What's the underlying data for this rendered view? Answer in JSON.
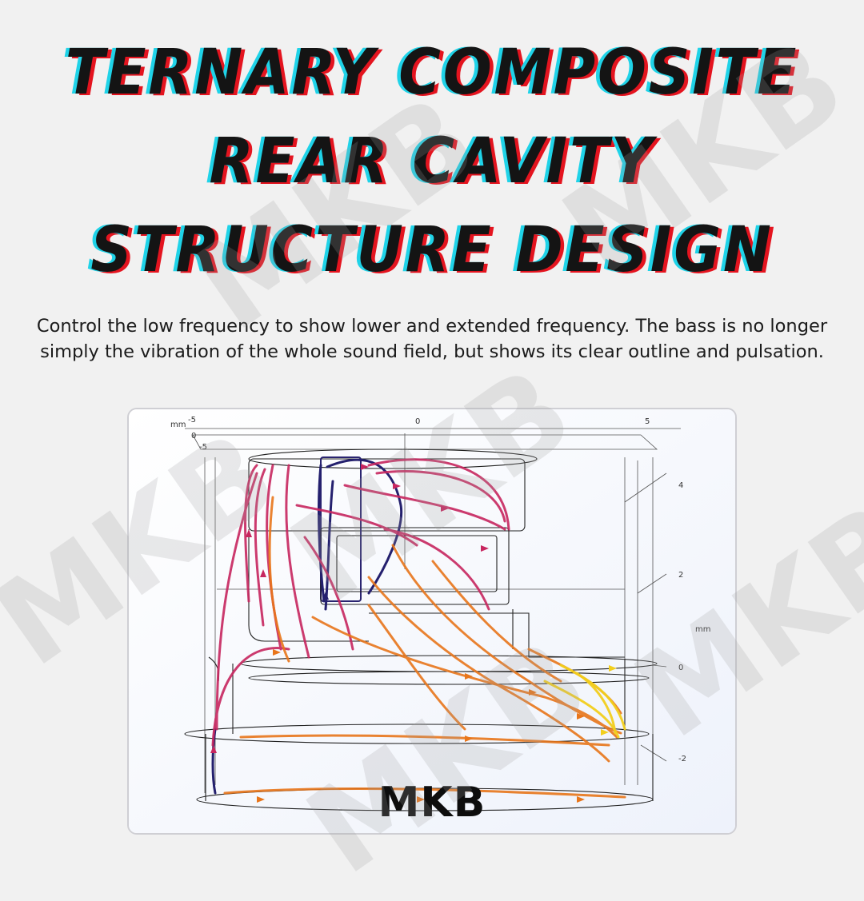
{
  "title": {
    "line1": "TERNARY COMPOSITE",
    "line2": "REAR CAVITY",
    "line3": "STRUCTURE DESIGN"
  },
  "description": "Control the low frequency to show lower and extended frequency. The bass is no longer simply the vibration of the whole sound field, but shows its clear outline and pulsation.",
  "figure": {
    "x_ticks": [
      "-5",
      "0",
      "5"
    ],
    "y_ticks": [
      "4",
      "2",
      "0",
      "-2"
    ],
    "y_unit": "mm",
    "corner_unit": "mm",
    "corner_ticks": [
      "0",
      "-5"
    ],
    "logo": "MKB"
  },
  "watermark": "MKB",
  "colors": {
    "title_text": "#141414",
    "title_cyan": "#1fd3e8",
    "title_red": "#e4141f",
    "stream_dark": "#24206e",
    "stream_magenta": "#c7265f",
    "stream_orange": "#e8761b",
    "stream_yellow": "#f2cf1d"
  }
}
